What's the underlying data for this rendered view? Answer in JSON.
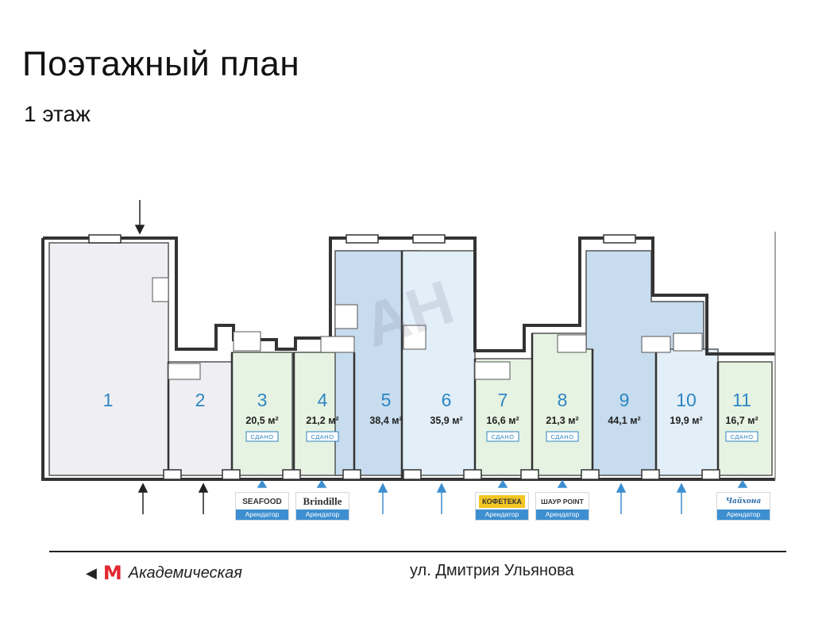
{
  "title": "Поэтажный план",
  "floor": "1 этаж",
  "watermark": "АН",
  "units": [
    {
      "num": "1",
      "area": "",
      "status": ""
    },
    {
      "num": "2",
      "area": "",
      "status": ""
    },
    {
      "num": "3",
      "area": "20,5 м²",
      "status": "СДАНО"
    },
    {
      "num": "4",
      "area": "21,2 м²",
      "status": "СДАНО"
    },
    {
      "num": "5",
      "area": "38,4 м²",
      "status": ""
    },
    {
      "num": "6",
      "area": "35,9 м²",
      "status": ""
    },
    {
      "num": "7",
      "area": "16,6 м²",
      "status": "СДАНО"
    },
    {
      "num": "8",
      "area": "21,3 м²",
      "status": "СДАНО"
    },
    {
      "num": "9",
      "area": "44,1 м²",
      "status": ""
    },
    {
      "num": "10",
      "area": "19,9 м²",
      "status": ""
    },
    {
      "num": "11",
      "area": "16,7 м²",
      "status": "СДАНО"
    }
  ],
  "tenants": [
    {
      "brand": "SEAFOOD",
      "label": "Арендатор"
    },
    {
      "brand": "Brindille",
      "label": "Арендатор"
    },
    {
      "brand": "КОФЕТЕКА",
      "label": "Арендатор"
    },
    {
      "brand": "ШАУР POINT",
      "label": "Арендатор"
    },
    {
      "brand": "Чайхона",
      "label": "Арендатор"
    }
  ],
  "legend": {
    "metro_symbol": "M",
    "metro_station": "Академическая",
    "street": "ул. Дмитрия Ульянова"
  },
  "colors": {
    "rented_green": "#e6f3e2",
    "available_blue": "#c7dcee",
    "available_lightblue": "#e2eef8",
    "neutral_grey": "#efeff3",
    "accent_blue": "#2e86c1",
    "metro_red": "#e3262f"
  }
}
